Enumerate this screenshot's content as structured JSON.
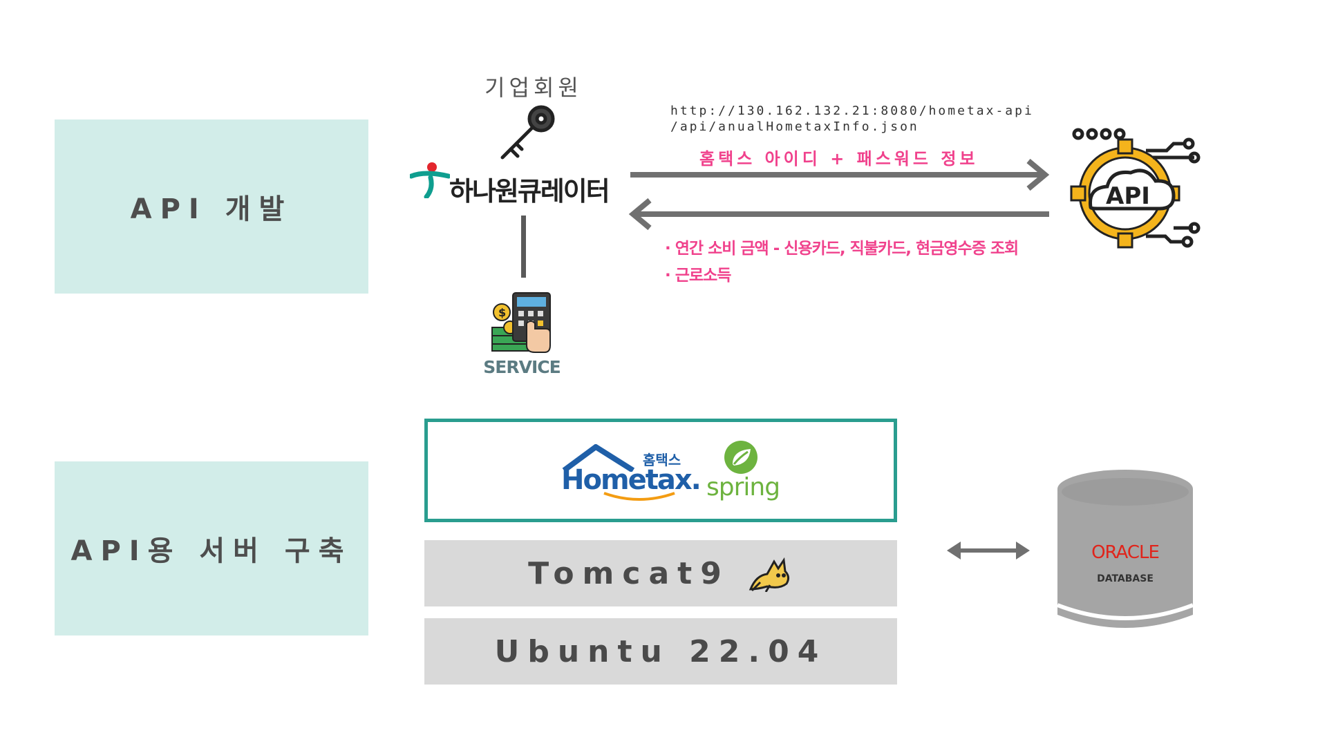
{
  "left_labels": {
    "api_dev": "API 개발",
    "api_server": "API용 서버 구축"
  },
  "client": {
    "member_label": "기업회원",
    "brand_name": "하나원큐레이터",
    "service_label": "SERVICE"
  },
  "request": {
    "url_line1": "http://130.162.132.21:8080/hometax-api",
    "url_line2": "/api/anualHometaxInfo.json",
    "payload": "홈택스 아이디 + 패스워드 정보"
  },
  "response": {
    "line1": "· 연간 소비 금액 - 신용카드, 직불카드, 현금영수증 조회",
    "line2": "· 근로소득"
  },
  "api_icon_label": "API",
  "stack": {
    "hometax_logo_korean": "홈택스",
    "hometax_logo_text": "Hometax.",
    "spring_logo_text": "spring",
    "tomcat": "Tomcat9",
    "ubuntu": "Ubuntu 22.04"
  },
  "database": {
    "brand": "ORACLE",
    "sub": "DATABASE"
  },
  "colors": {
    "teal_bg": "#d2ede9",
    "teal_border": "#2a9d8f",
    "gray_bg": "#d9d9d9",
    "pink": "#f0418c",
    "arrow": "#707070",
    "oracle_red": "#e0241b"
  }
}
